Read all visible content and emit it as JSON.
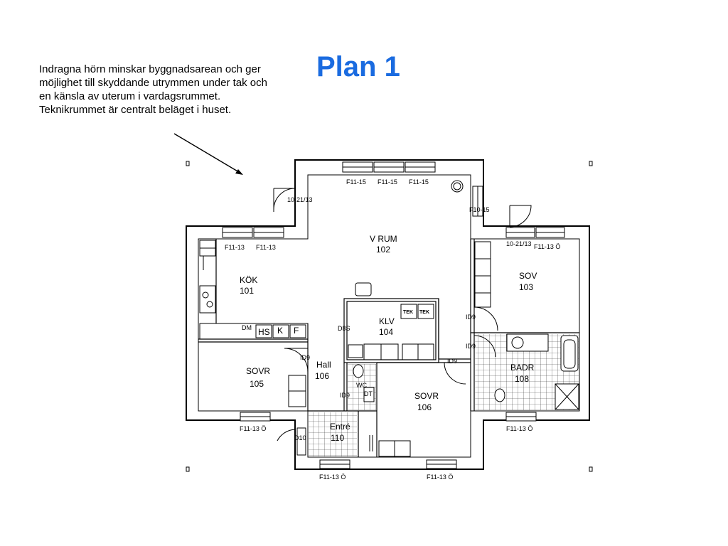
{
  "slide": {
    "title": "Plan 1",
    "caption": "Indragna hörn minskar byggnadsarean och ger möjlighet till skyddande utrymmen under tak och en känsla av uterum i vardagsrummet. Teknikrummet är centralt beläget i huset."
  },
  "plan": {
    "rooms": {
      "vrum": {
        "name": "V RUM",
        "number": "102"
      },
      "kok": {
        "name": "KÖK",
        "number": "101"
      },
      "sov103": {
        "name": "SOV",
        "number": "103"
      },
      "klv": {
        "name": "KLV",
        "number": "104"
      },
      "sovr105": {
        "name": "SOVR",
        "number": "105"
      },
      "hall": {
        "name": "Hall",
        "number": "106"
      },
      "sovr106": {
        "name": "SOVR",
        "number": "106"
      },
      "badr": {
        "name": "BADR",
        "number": "108"
      },
      "entre": {
        "name": "Entré",
        "number": "110"
      }
    },
    "windows": {
      "w1": "F11-15",
      "w2": "F11-15",
      "w3": "F11-15",
      "w4": "F11-13",
      "w5": "F11-13",
      "w6": "F11-13 Ö",
      "w7": "F11-13 Ö",
      "w8": "F11-13 Ö",
      "w9": "F11-13 Ö",
      "w10": "F11-13 Ö",
      "w11": "F10-15"
    },
    "doors": {
      "d1": "10-21/13",
      "d2": "10-21/13",
      "d3": "ID9",
      "d4": "ID9",
      "d5": "ID9",
      "d6": "ID9",
      "d7": "ID9",
      "d8": "D8S",
      "d9": "D10"
    },
    "fixtures": {
      "tek1": "TEK",
      "tek2": "TEK",
      "hs": "HS",
      "k": "K",
      "f": "F",
      "dm": "DM",
      "wc": "WC",
      "dt": "DT"
    }
  }
}
